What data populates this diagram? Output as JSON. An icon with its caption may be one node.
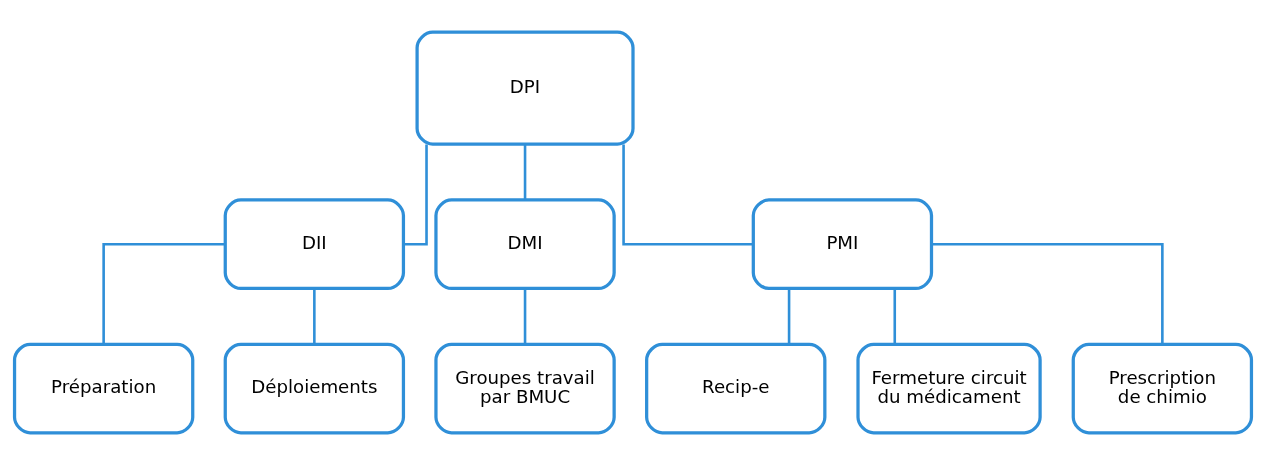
{
  "diagram": {
    "nodes": [
      {
        "text": [
          "DPI"
        ]
      },
      {
        "text": [
          "DII"
        ]
      },
      {
        "text": [
          "DMI"
        ]
      },
      {
        "text": [
          "PMI"
        ]
      },
      {
        "text": [
          "Préparation"
        ]
      },
      {
        "text": [
          "Déploiements"
        ]
      },
      {
        "text": [
          "Groupes travail par BMUC"
        ]
      },
      {
        "text": [
          "Recip-e"
        ]
      },
      {
        "text": [
          "Fermeture circuit du médicament"
        ]
      },
      {
        "text": [
          "Prescription de chimio"
        ]
      }
    ],
    "edges": [
      {
        "from": 0,
        "to": 1,
        "arrow": "none"
      },
      {
        "from": 0,
        "to": 2,
        "arrow": "none"
      },
      {
        "from": 0,
        "to": 3,
        "arrow": "none"
      },
      {
        "from": 1,
        "to": 4,
        "arrow": "none"
      },
      {
        "from": 1,
        "to": 5,
        "arrow": "none"
      },
      {
        "from": 2,
        "to": 6,
        "arrow": "none"
      },
      {
        "from": 3,
        "to": 7,
        "arrow": "none"
      },
      {
        "from": 3,
        "to": 8,
        "arrow": "none"
      },
      {
        "from": 3,
        "to": 9,
        "arrow": "none"
      }
    ]
  }
}
